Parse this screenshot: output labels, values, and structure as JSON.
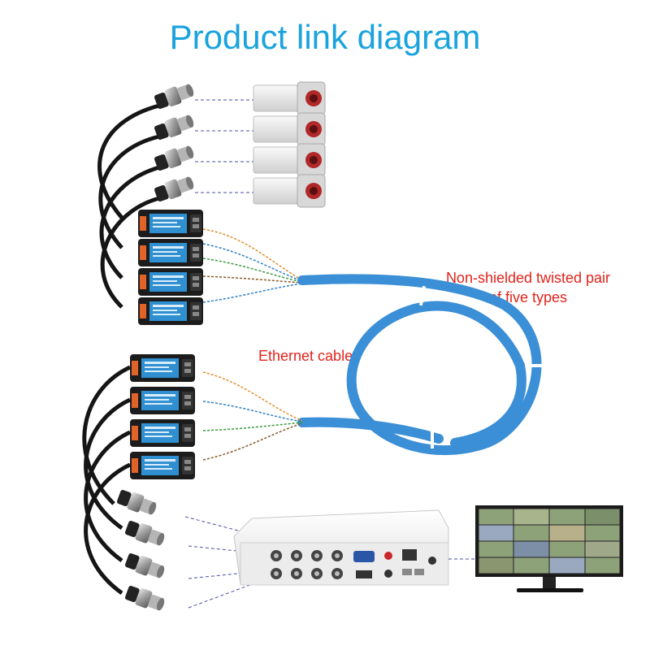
{
  "title": "Product link diagram",
  "labels": {
    "twisted_pair_line1": "Non-shielded twisted pair",
    "twisted_pair_line2": "of five types",
    "ethernet_cable": "Ethernet cable"
  },
  "colors": {
    "title": "#1aa3dd",
    "annotation": "#e2231a",
    "cable": "#3b8fd6",
    "balun_body": "#1c1c1c",
    "balun_label": "#2f8fd0",
    "dvr_body": "#f1f1f1",
    "link_dash": "#4b4ba8"
  },
  "components": {
    "cameras": [
      "camera-icon",
      "camera-icon",
      "camera-icon",
      "camera-icon"
    ],
    "baluns_top": [
      "video-balun-icon",
      "video-balun-icon",
      "video-balun-icon",
      "video-balun-icon"
    ],
    "baluns_bottom": [
      "video-balun-icon",
      "video-balun-icon",
      "video-balun-icon",
      "video-balun-icon"
    ],
    "recorder": "dvr-icon",
    "display": "monitor-icon"
  }
}
